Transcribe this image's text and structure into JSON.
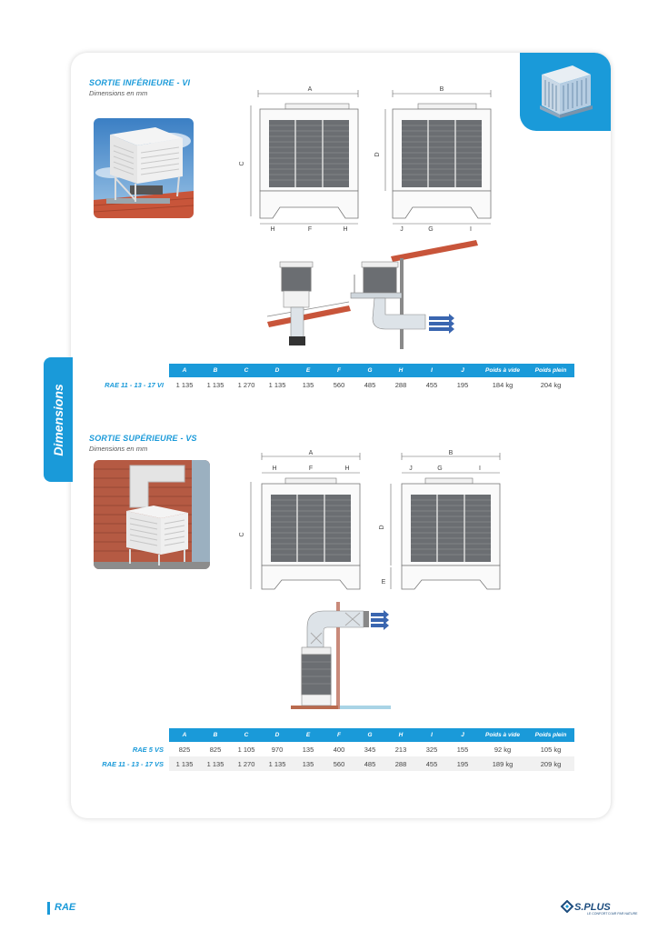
{
  "sidebar_tab": {
    "label": "Dimensions"
  },
  "footer": {
    "product": "RAE",
    "brand": "S.PLUS",
    "brand_tagline": "LE CONFORT D'AIR PAR NATURE"
  },
  "colors": {
    "accent": "#1a9ad9",
    "brand": "#1c4c7e"
  },
  "section_vi": {
    "title": "SORTIE INFÉRIEURE - VI",
    "subtitle": "Dimensions en mm",
    "front_labels": {
      "width": "A",
      "height": "C",
      "feet": [
        "H",
        "F",
        "H"
      ]
    },
    "side_labels": {
      "width": "B",
      "height": "D",
      "feet": [
        "J",
        "G",
        "I"
      ]
    },
    "table": {
      "columns": [
        "A",
        "B",
        "C",
        "D",
        "E",
        "F",
        "G",
        "H",
        "I",
        "J",
        "Poids à vide",
        "Poids plein"
      ],
      "rows": [
        {
          "model": "RAE 11 - 13 - 17 VI",
          "values": [
            "1 135",
            "1 135",
            "1 270",
            "1 135",
            "135",
            "560",
            "485",
            "288",
            "455",
            "195",
            "184 kg",
            "204 kg"
          ]
        }
      ]
    }
  },
  "section_vs": {
    "title": "SORTIE SUPÉRIEURE - VS",
    "subtitle": "Dimensions en mm",
    "front_labels": {
      "width": "A",
      "height": "C",
      "top": [
        "H",
        "F",
        "H"
      ]
    },
    "side_labels": {
      "width": "B",
      "height": "D",
      "base": "E",
      "top": [
        "J",
        "G",
        "I"
      ]
    },
    "table": {
      "columns": [
        "A",
        "B",
        "C",
        "D",
        "E",
        "F",
        "G",
        "H",
        "I",
        "J",
        "Poids à vide",
        "Poids plein"
      ],
      "rows": [
        {
          "model": "RAE 5 VS",
          "values": [
            "825",
            "825",
            "1 105",
            "970",
            "135",
            "400",
            "345",
            "213",
            "325",
            "155",
            "92 kg",
            "105 kg"
          ]
        },
        {
          "model": "RAE 11 - 13 - 17 VS",
          "values": [
            "1 135",
            "1 135",
            "1 270",
            "1 135",
            "135",
            "560",
            "485",
            "288",
            "455",
            "195",
            "189 kg",
            "209 kg"
          ]
        }
      ]
    }
  }
}
